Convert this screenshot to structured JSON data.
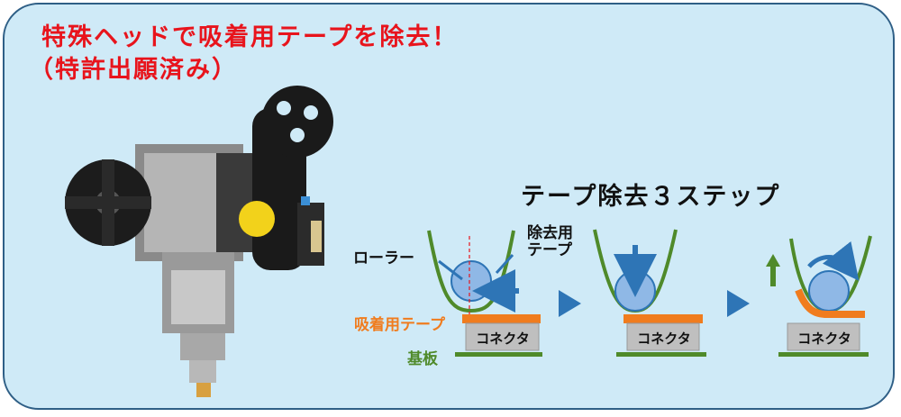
{
  "headline": {
    "line1": "特殊ヘッドで吸着用テープを除去！",
    "line2": "（特許出願済み）"
  },
  "steps_title": "テープ除去３ステップ",
  "labels": {
    "roller": "ローラー",
    "removal_tape_1": "除去用",
    "removal_tape_2": "テープ",
    "adhesive_tape": "吸着用テープ",
    "substrate": "基板",
    "connector": "コネクタ"
  },
  "colors": {
    "headline": "#e8141c",
    "tape_green": "#4f8a2a",
    "roller_blue": "#8fb8e6",
    "arrow_blue": "#2e75b6",
    "adhesive_orange": "#f07c1e",
    "connector_gray": "#bfbfbf",
    "substrate_green": "#4f8a2a",
    "panel_bg": "#cfeaf7"
  }
}
